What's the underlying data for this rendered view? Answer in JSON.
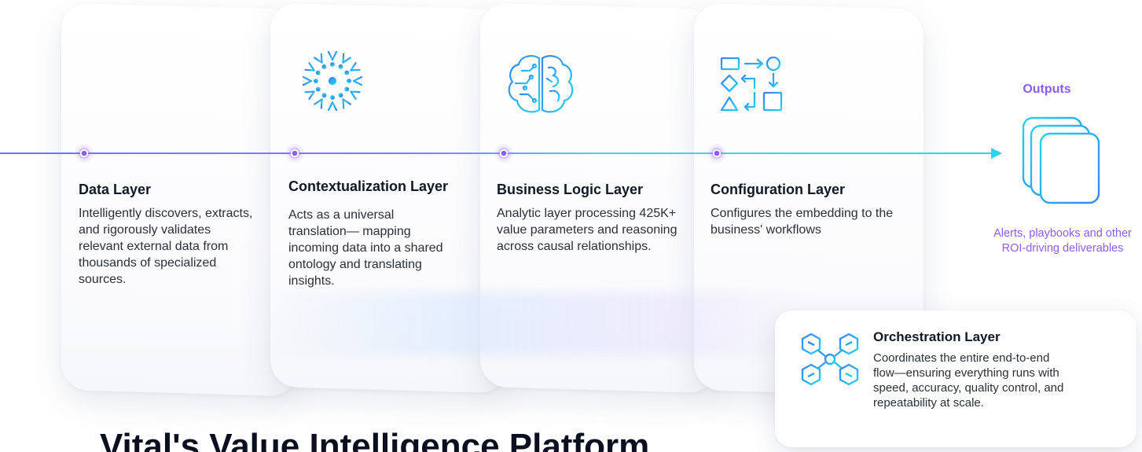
{
  "layers": [
    {
      "title": "Data Layer",
      "description": "Intelligently discovers, extracts, and rigorously validates relevant external data from thousands of specialized sources.",
      "icon": "data-lines-icon"
    },
    {
      "title": "Contextualization Layer",
      "description": "Acts as a universal translation— mapping incoming data into a shared ontology and translating insights.",
      "icon": "starburst-network-icon"
    },
    {
      "title": "Business Logic Layer",
      "description": "Analytic layer processing 425K+ value parameters and reasoning across causal relationships.",
      "icon": "brain-circuit-icon"
    },
    {
      "title": "Configuration Layer",
      "description": "Configures the embedding to the business' workflows",
      "icon": "shapes-flow-icon"
    }
  ],
  "outputs": {
    "label": "Outputs",
    "description": "Alerts, playbooks and other ROI-driving deliverables",
    "icon": "stacked-documents-icon"
  },
  "orchestration": {
    "title": "Orchestration Layer",
    "description": "Coordinates the entire end-to-end flow—ensuring everything runs with speed, accuracy, quality control, and repeatability at scale.",
    "icon": "hexagon-network-icon"
  },
  "platform_title": "Vital's Value Intelligence Platform",
  "colors": {
    "accent_purple": "#8b5cf6",
    "accent_cyan": "#22d3ee",
    "accent_blue": "#3b82f6",
    "text_dark": "#111827"
  }
}
